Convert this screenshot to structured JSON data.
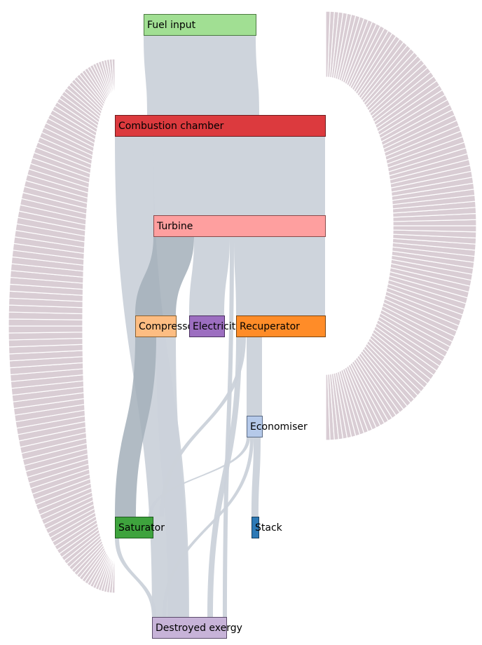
{
  "diagram": {
    "type": "sankey",
    "title": "",
    "units": "exergy (relative units, estimated from band widths)",
    "colors": {
      "link": "#cbd2da",
      "link_overlap": "#a3afba",
      "loop_link": "#d9cdd4"
    },
    "nodes": [
      {
        "id": "fuel",
        "label": "Fuel input",
        "color": "#a1df93",
        "border": "#4a7a40"
      },
      {
        "id": "cc",
        "label": "Combustion chamber",
        "color": "#dc3a3e",
        "border": "#6e1a1c"
      },
      {
        "id": "turbine",
        "label": "Turbine",
        "color": "#fe9f9f",
        "border": "#8a4a4a"
      },
      {
        "id": "compressor",
        "label": "Compressor",
        "color": "#fdbd82",
        "border": "#8a6030"
      },
      {
        "id": "electricity",
        "label": "Electricity",
        "color": "#9c6ec0",
        "border": "#4a305e"
      },
      {
        "id": "recuperator",
        "label": "Recuperator",
        "color": "#ff8c28",
        "border": "#7a4410"
      },
      {
        "id": "economiser",
        "label": "Economiser",
        "color": "#b5c9e9",
        "border": "#5a6a84"
      },
      {
        "id": "saturator",
        "label": "Saturator",
        "color": "#3ea33d",
        "border": "#1e5a1e"
      },
      {
        "id": "stack",
        "label": "Stack",
        "color": "#2c79b6",
        "border": "#163e5e"
      },
      {
        "id": "destroyed",
        "label": "Destroyed exergy",
        "color": "#c7b3d8",
        "border": "#5a4a6a"
      }
    ],
    "links": [
      {
        "source": "fuel",
        "target": "cc",
        "value": 160
      },
      {
        "source": "saturator",
        "target": "cc",
        "value": 46
      },
      {
        "source": "recuperator",
        "target": "cc",
        "value": 94
      },
      {
        "source": "cc",
        "target": "turbine",
        "value": 245
      },
      {
        "source": "cc",
        "target": "destroyed",
        "value": 55
      },
      {
        "source": "turbine",
        "target": "compressor",
        "value": 58
      },
      {
        "source": "turbine",
        "target": "electricity",
        "value": 51
      },
      {
        "source": "turbine",
        "target": "destroyed",
        "value": 6
      },
      {
        "source": "turbine",
        "target": "recuperator",
        "value": 130
      },
      {
        "source": "compressor",
        "target": "saturator",
        "value": 30
      },
      {
        "source": "compressor",
        "target": "destroyed",
        "value": 28
      },
      {
        "source": "recuperator",
        "target": "destroyed",
        "value": 8
      },
      {
        "source": "recuperator",
        "target": "economiser",
        "value": 22
      },
      {
        "source": "recuperator",
        "target": "saturator",
        "value": 6
      },
      {
        "source": "economiser",
        "target": "saturator",
        "value": 5
      },
      {
        "source": "economiser",
        "target": "destroyed",
        "value": 5
      },
      {
        "source": "economiser",
        "target": "stack",
        "value": 10
      },
      {
        "source": "saturator",
        "target": "destroyed",
        "value": 5
      }
    ]
  }
}
